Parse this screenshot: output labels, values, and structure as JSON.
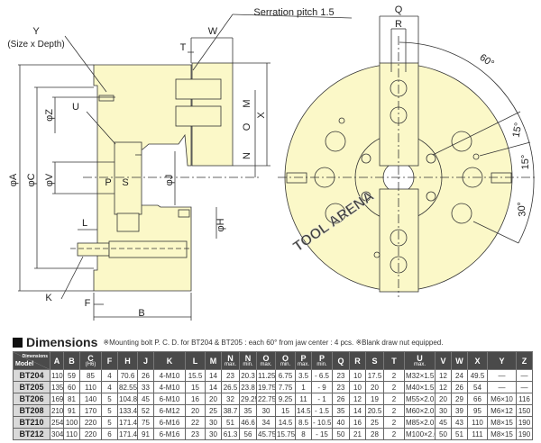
{
  "drawing": {
    "labels": {
      "serration": "Serration pitch 1.5",
      "y": "Y",
      "size_depth": "(Size x Depth)",
      "t": "T",
      "w": "W",
      "u": "U",
      "z": "φZ",
      "a": "φA",
      "c": "φC",
      "v": "φV",
      "p": "P",
      "s": "S",
      "j": "φJ",
      "h": "φH",
      "l": "L",
      "k": "K",
      "f": "F",
      "b": "B",
      "m": "M",
      "o": "O",
      "n": "N",
      "x": "X",
      "q": "Q",
      "r": "R",
      "ang60": "60°",
      "ang15a": "15°",
      "ang15b": "15°",
      "ang30": "30°"
    },
    "watermark": "TOOL ARENA",
    "colors": {
      "body": "#fbf8c8",
      "line": "#333333"
    }
  },
  "dimensions": {
    "title": "Dimensions",
    "note": "※Mounting bolt P. C. D. for BT204 & BT205 : each 60° from jaw center : 4 pcs. ※Blank draw nut equipped.",
    "corner_top": "Dimensions",
    "corner_bottom": "Model",
    "columns": [
      {
        "l": "A",
        "s": ""
      },
      {
        "l": "B",
        "s": ""
      },
      {
        "l": "C",
        "s": "(H6)"
      },
      {
        "l": "F",
        "s": ""
      },
      {
        "l": "H",
        "s": ""
      },
      {
        "l": "J",
        "s": ""
      },
      {
        "l": "K",
        "s": ""
      },
      {
        "l": "L",
        "s": ""
      },
      {
        "l": "M",
        "s": ""
      },
      {
        "l": "N",
        "s": "max."
      },
      {
        "l": "N",
        "s": "min."
      },
      {
        "l": "O",
        "s": "max."
      },
      {
        "l": "O",
        "s": "min."
      },
      {
        "l": "P",
        "s": "max."
      },
      {
        "l": "P",
        "s": "min."
      },
      {
        "l": "Q",
        "s": ""
      },
      {
        "l": "R",
        "s": ""
      },
      {
        "l": "S",
        "s": ""
      },
      {
        "l": "T",
        "s": ""
      },
      {
        "l": "U",
        "s": "max."
      },
      {
        "l": "V",
        "s": ""
      },
      {
        "l": "W",
        "s": ""
      },
      {
        "l": "X",
        "s": ""
      },
      {
        "l": "Y",
        "s": ""
      },
      {
        "l": "Z",
        "s": ""
      }
    ],
    "rows": [
      [
        "BT204",
        "110",
        "59",
        "85",
        "4",
        "70.6",
        "26",
        "4-M10",
        "15.5",
        "14",
        "23",
        "20.3",
        "11.25",
        "6.75",
        "3.5",
        "- 6.5",
        "23",
        "10",
        "17.5",
        "2",
        "M32×1.5",
        "12",
        "24",
        "49.5",
        "—",
        "—"
      ],
      [
        "BT205",
        "135",
        "60",
        "110",
        "4",
        "82.55",
        "33",
        "4-M10",
        "15",
        "14",
        "26.5",
        "23.8",
        "19.75",
        "7.75",
        "1",
        "- 9",
        "23",
        "10",
        "20",
        "2",
        "M40×1.5",
        "12",
        "26",
        "54",
        "—",
        "—"
      ],
      [
        "BT206",
        "169",
        "81",
        "140",
        "5",
        "104.8",
        "45",
        "6-M10",
        "16",
        "20",
        "32",
        "29.25",
        "22.75",
        "9.25",
        "11",
        "- 1",
        "26",
        "12",
        "19",
        "2",
        "M55×2.0",
        "20",
        "29",
        "66",
        "M6×10",
        "116"
      ],
      [
        "BT208",
        "210",
        "91",
        "170",
        "5",
        "133.4",
        "52",
        "6-M12",
        "20",
        "25",
        "38.7",
        "35",
        "30",
        "15",
        "14.5",
        "- 1.5",
        "35",
        "14",
        "20.5",
        "2",
        "M60×2.0",
        "30",
        "39",
        "95",
        "M6×12",
        "150"
      ],
      [
        "BT210",
        "254",
        "100",
        "220",
        "5",
        "171.4",
        "75",
        "6-M16",
        "22",
        "30",
        "51",
        "46.6",
        "34",
        "14.5",
        "8.5",
        "- 10.5",
        "40",
        "16",
        "25",
        "2",
        "M85×2.0",
        "45",
        "43",
        "110",
        "M8×15",
        "190"
      ],
      [
        "BT212",
        "304",
        "110",
        "220",
        "6",
        "171.4",
        "91",
        "6-M16",
        "23",
        "30",
        "61.3",
        "56",
        "45.75",
        "15.75",
        "8",
        "- 15",
        "50",
        "21",
        "28",
        "2",
        "M100×2.0",
        "50",
        "51",
        "111",
        "M8×15",
        "190"
      ]
    ]
  }
}
